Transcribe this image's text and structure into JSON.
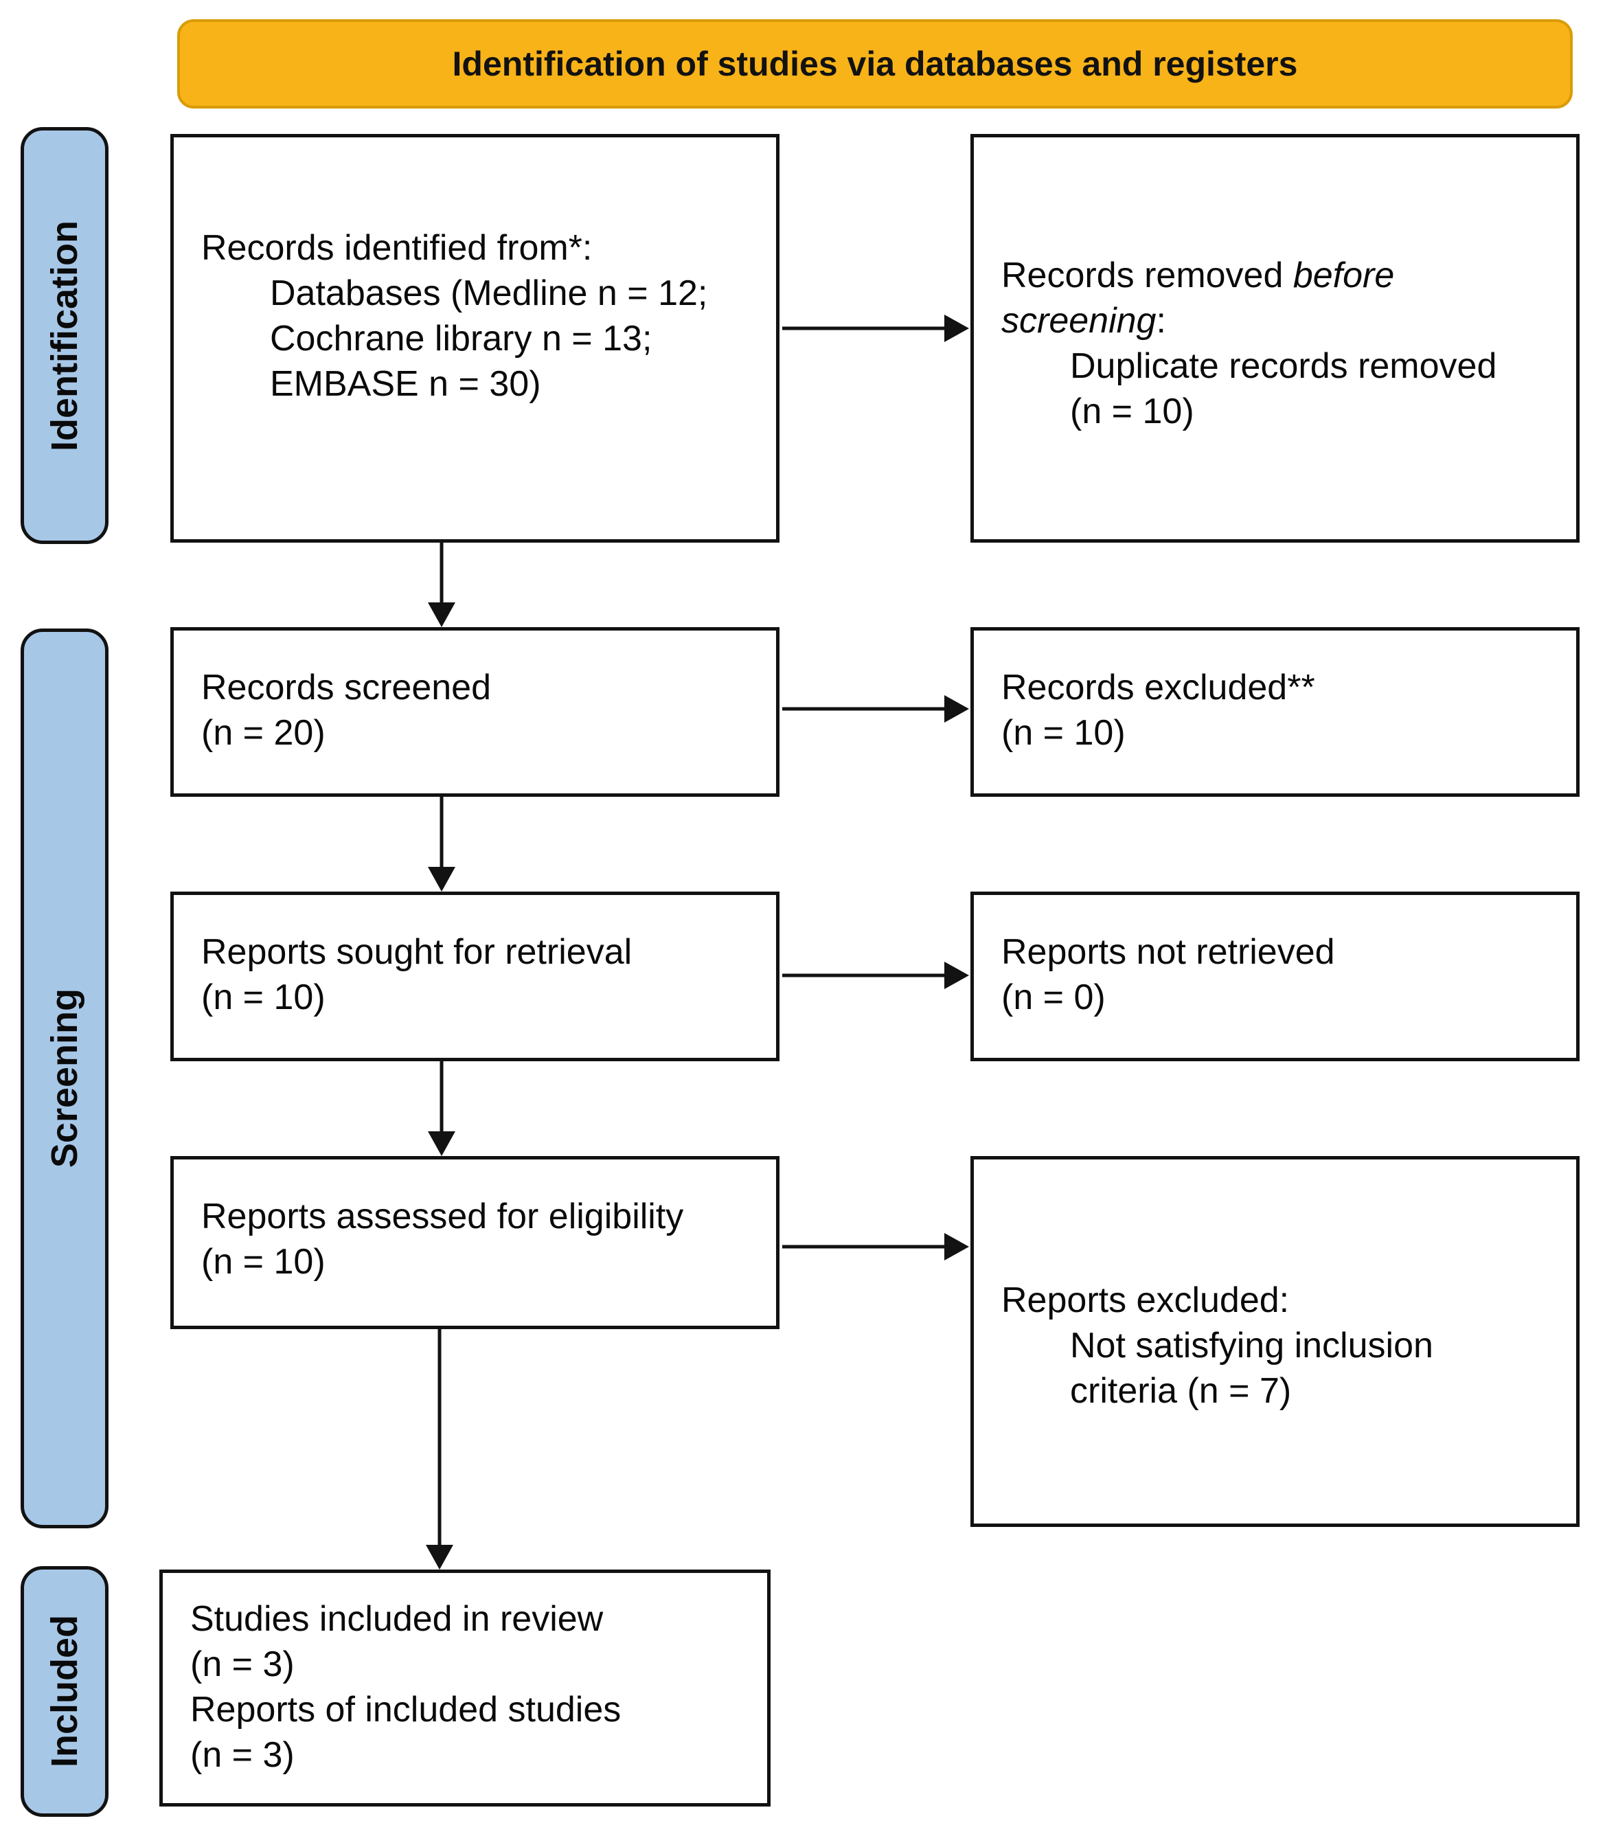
{
  "theme": {
    "banner-bg": "#F8B318",
    "banner-border": "#D99C06",
    "stage-fill": "#A7C7E7",
    "line-color": "#121212"
  },
  "banner": {
    "title": "Identification of studies via databases and registers"
  },
  "sidebar": {
    "stages": [
      {
        "label": "Identification"
      },
      {
        "label": "Screening"
      },
      {
        "label": "Included"
      }
    ]
  },
  "boxes": {
    "identified": {
      "title": "Records identified from*:",
      "items": [
        "Databases (Medline n = 12;",
        "Cochrane library n = 13;",
        "EMBASE n = 30)"
      ]
    },
    "removed": {
      "prefix": "Records removed ",
      "italic": "before screening",
      "suffix": ":",
      "items": [
        "Duplicate records removed",
        "(n = 10)"
      ]
    },
    "screened": {
      "lines": [
        "Records screened",
        "(n = 20)"
      ]
    },
    "excluded": {
      "lines": [
        "Records excluded**",
        "(n = 10)"
      ]
    },
    "sought": {
      "lines": [
        "Reports sought for retrieval",
        "(n = 10)"
      ]
    },
    "not_retrieved": {
      "lines": [
        "Reports not retrieved",
        "(n = 0)"
      ]
    },
    "assessed": {
      "lines": [
        "Reports assessed for eligibility",
        "(n = 10)"
      ]
    },
    "reports_excluded": {
      "title": "Reports excluded:",
      "items": [
        "Not satisfying inclusion",
        "criteria (n = 7)"
      ]
    },
    "included": {
      "lines": [
        "Studies included in review",
        "(n = 3)",
        "Reports of included studies",
        "(n = 3)"
      ]
    }
  }
}
